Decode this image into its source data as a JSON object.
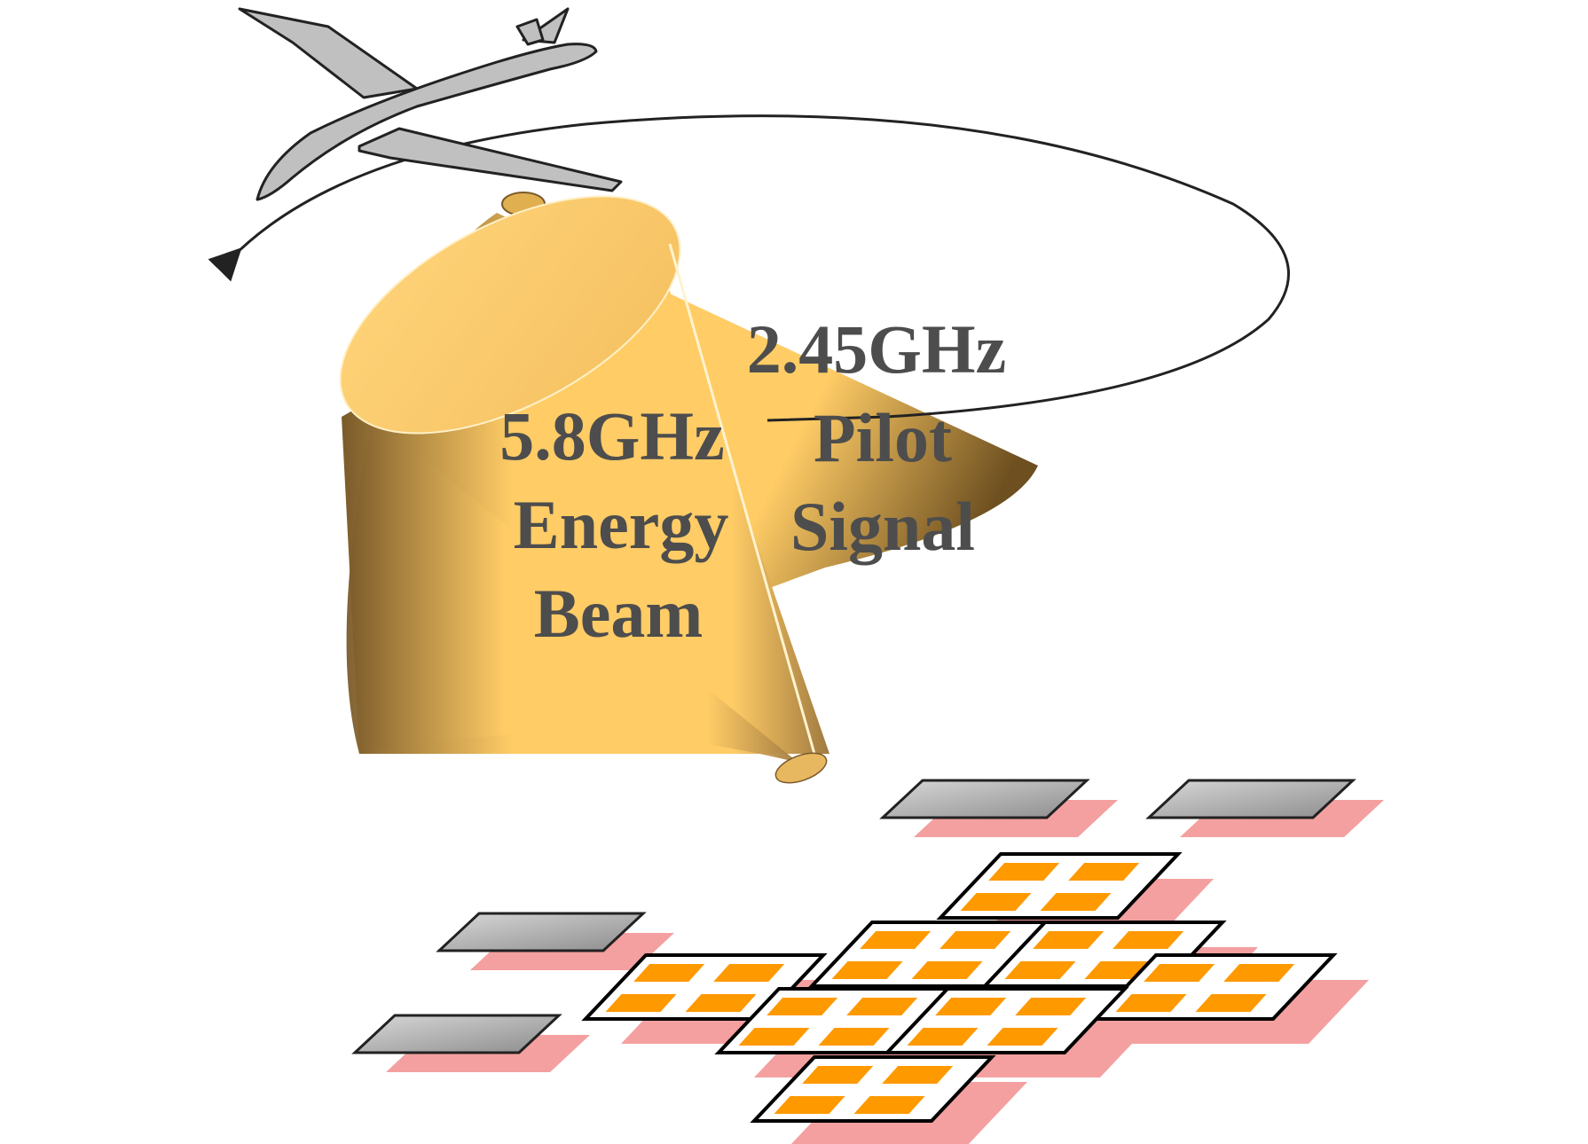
{
  "beam_label": {
    "line1": "5.8GHz",
    "line2": "Energy",
    "line3": "Beam"
  },
  "pilot_label": {
    "line1": "2.45GHz",
    "line2": "Pilot",
    "line3": "Signal"
  },
  "colors": {
    "cone_light": "#ffcc66",
    "cone_dark": "#7a5a2a",
    "aircraft": "#c0c0c0",
    "panel_orange": "#ff9900",
    "panel_shadow": "#f4a0a0",
    "gray_panel": "#a6a6a6",
    "text": "#4d4d4d"
  }
}
